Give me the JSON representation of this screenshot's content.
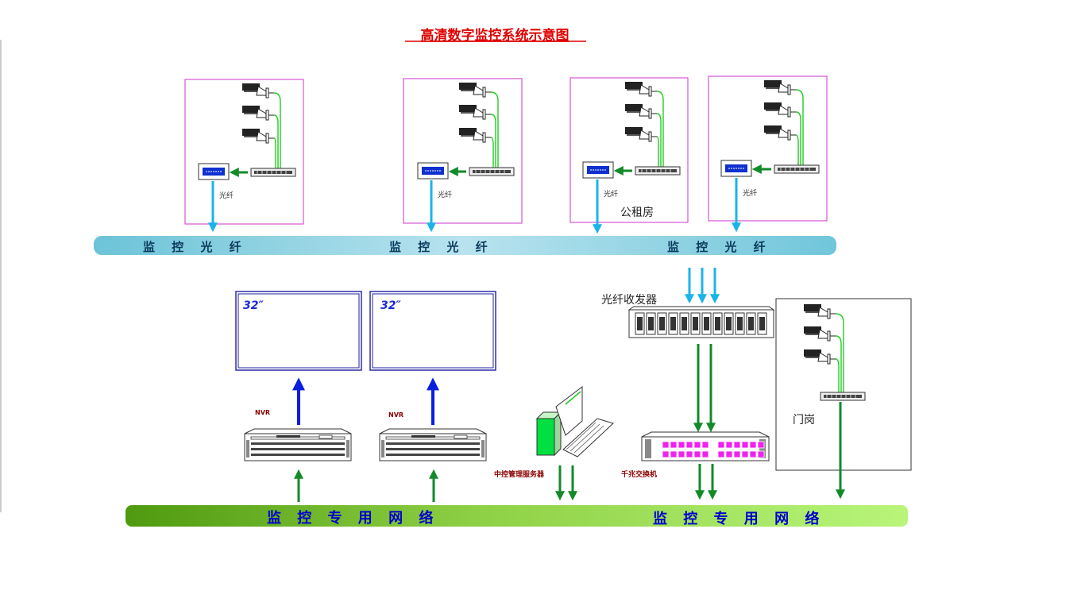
{
  "title": "高清数字监控系统示意图",
  "fiber_bus": {
    "labels": [
      "监 控 光 纤",
      "监 控 光 纤",
      "监 控 光 纤"
    ]
  },
  "network_bus": {
    "labels": [
      "监 控 专 用 网 络",
      "监 控 专 用 网 络"
    ]
  },
  "sites": [
    {
      "fiber_label": "光纤",
      "place": ""
    },
    {
      "fiber_label": "光纤",
      "place": ""
    },
    {
      "fiber_label": "光纤",
      "place": "公租房"
    },
    {
      "fiber_label": "光纤",
      "place": ""
    }
  ],
  "gate": {
    "place": "门岗"
  },
  "monitors": [
    {
      "size": "32″"
    },
    {
      "size": "32″"
    }
  ],
  "nvrs": [
    {
      "label": "NVR"
    },
    {
      "label": "NVR"
    }
  ],
  "transceiver": {
    "label": "光纤收发器"
  },
  "server": {
    "label": "中控管理服务器"
  },
  "switch": {
    "label": "千兆交换机"
  },
  "colors": {
    "title": "#e00000",
    "fiber_arrow": "#1ab4e8",
    "network_arrow": "#128a28",
    "display_arrow": "#0a1ee0",
    "site_border": "#cc33cc",
    "bus_text": "#0000cc"
  }
}
